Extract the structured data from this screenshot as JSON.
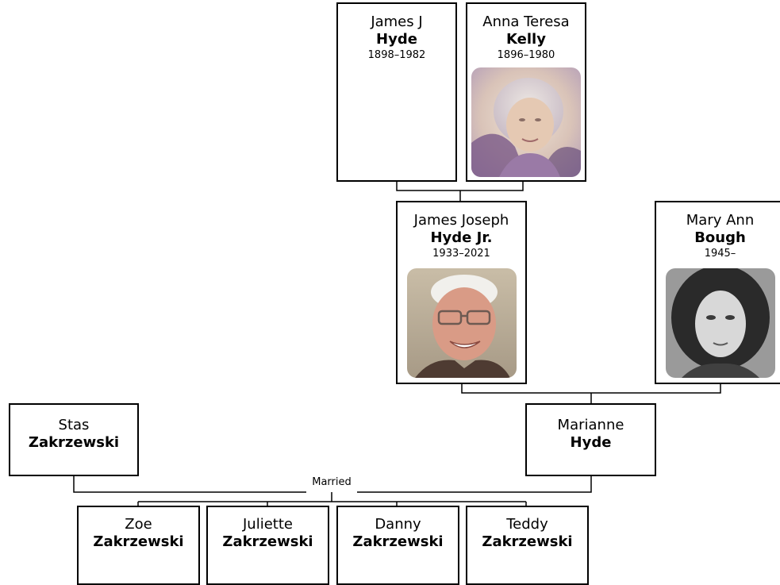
{
  "people": {
    "james_j": {
      "given": "James J",
      "surname": "Hyde",
      "dates": "1898–1982"
    },
    "anna": {
      "given": "Anna Teresa",
      "surname": "Kelly",
      "dates": "1896–1980"
    },
    "james_jr": {
      "given": "James Joseph",
      "surname": "Hyde Jr.",
      "dates": "1933–2021"
    },
    "mary_ann": {
      "given": "Mary Ann",
      "surname": "Bough",
      "dates": "1945–"
    },
    "stas": {
      "given": "Stas",
      "surname": "Zakrzewski"
    },
    "marianne": {
      "given": "Marianne",
      "surname": "Hyde"
    },
    "zoe": {
      "given": "Zoe",
      "surname": "Zakrzewski"
    },
    "juliette": {
      "given": "Juliette",
      "surname": "Zakrzewski"
    },
    "danny": {
      "given": "Danny",
      "surname": "Zakrzewski"
    },
    "teddy": {
      "given": "Teddy",
      "surname": "Zakrzewski"
    }
  },
  "labels": {
    "married": "Married"
  }
}
